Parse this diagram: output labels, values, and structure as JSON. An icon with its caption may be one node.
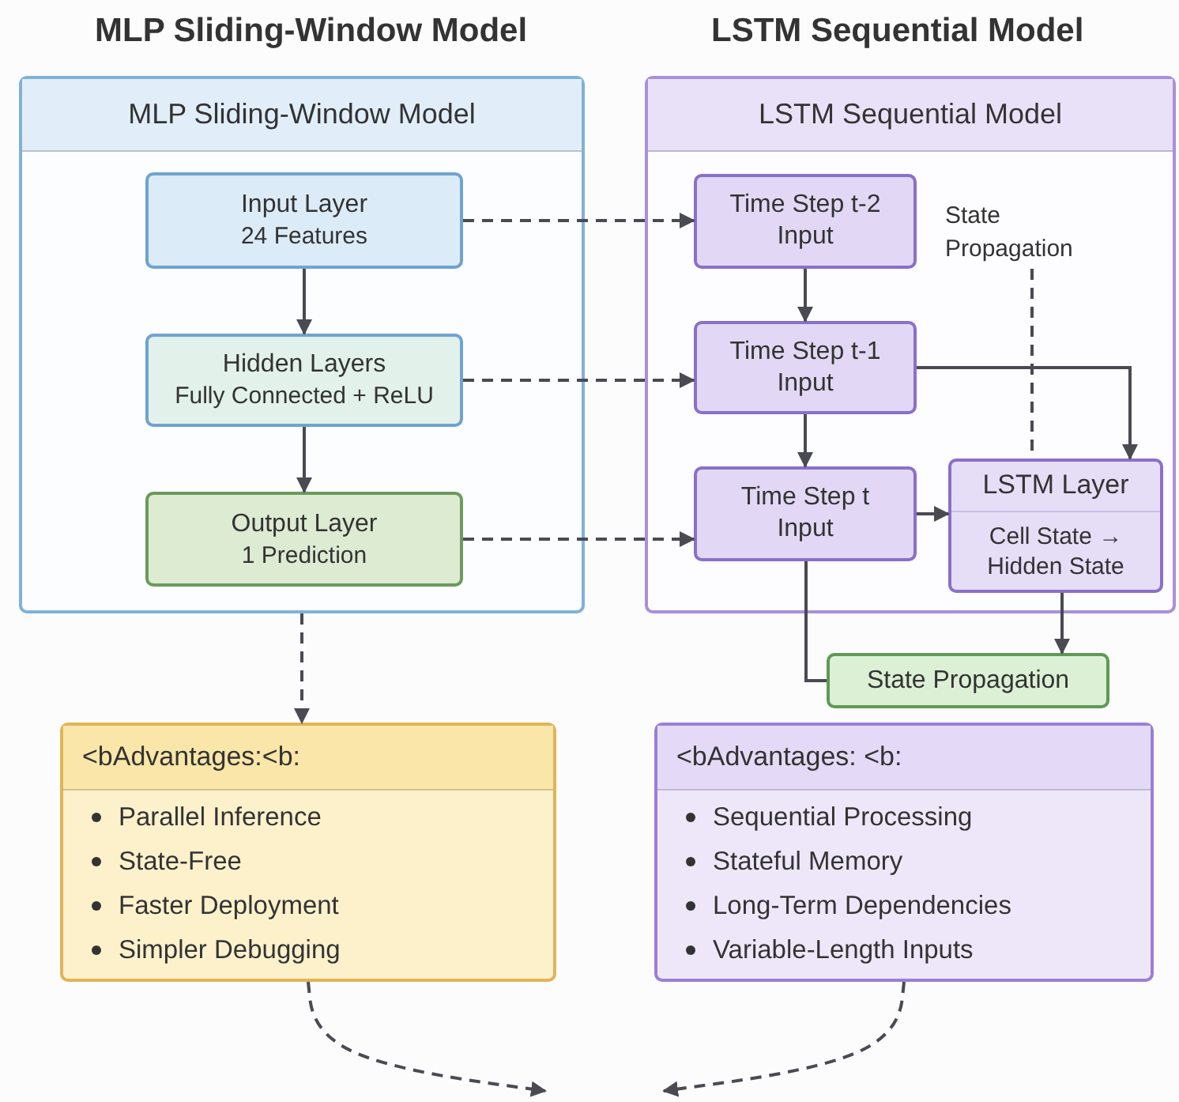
{
  "diagram": {
    "nodes": [
      {
        "text": [
          "MLP Sliding-Window Model"
        ]
      },
      {
        "text": [
          "Input Layer",
          "24 Features"
        ],
        "in": 0
      },
      {
        "text": [
          "Hidden Layers",
          "Fully Connected + ReLU"
        ],
        "in": 0
      },
      {
        "text": [
          "Output Layer",
          "1 Prediction"
        ],
        "in": 0
      },
      {
        "text": [
          "LSTM Sequential Model"
        ]
      },
      {
        "text": [
          "Time Step t-2 Input"
        ],
        "in": 4
      },
      {
        "text": [
          "Time Step t-1 Input"
        ],
        "in": 4
      },
      {
        "text": [
          "Time Step t Input"
        ],
        "in": 4
      },
      {
        "text": [
          "LSTM Layer",
          "Cell State → Hidden State"
        ],
        "in": 4
      },
      {
        "text": [
          "State Propagation"
        ]
      },
      {
        "text": [
          "<bAdvantages:<b:",
          "Parallel Inference",
          "State-Free",
          "Faster Deployment",
          "Simpler Debugging"
        ]
      },
      {
        "text": [
          "<bAdvantages: <b:",
          "Sequential Processing",
          "Stateful Memory",
          "Long-Term Dependencies",
          "Variable-Length Inputs"
        ]
      },
      {
        "text": [
          "State Propagation"
        ],
        "in": 4
      }
    ],
    "edges": [
      {
        "from": 1,
        "to": 5,
        "arrow": "to",
        "style": "dashed"
      },
      {
        "from": 2,
        "to": 6,
        "arrow": "to",
        "style": "dashed"
      },
      {
        "from": 3,
        "to": 7,
        "arrow": "to",
        "style": "dashed"
      },
      {
        "from": 1,
        "to": 2,
        "arrow": "to"
      },
      {
        "from": 2,
        "to": 3,
        "arrow": "to"
      },
      {
        "from": 0,
        "to": 10,
        "arrow": "to",
        "style": "dashed"
      },
      {
        "from": 5,
        "to": 6,
        "arrow": "to"
      },
      {
        "from": 6,
        "to": 7,
        "arrow": "to"
      },
      {
        "from": 6,
        "to": 8,
        "arrow": "to"
      },
      {
        "from": 7,
        "to": 8,
        "arrow": "to"
      },
      {
        "from": 7,
        "to": 9,
        "arrow": "none"
      },
      {
        "from": 8,
        "to": 9,
        "arrow": "to"
      },
      {
        "from": 10,
        "to": null,
        "arrow": "to",
        "style": "dashed"
      },
      {
        "from": 11,
        "to": null,
        "arrow": "to",
        "style": "dashed"
      },
      {
        "from": 12,
        "to": 8,
        "arrow": "none",
        "style": "dashed"
      }
    ],
    "labels": [
      "MLP Sliding-Window Model",
      "LSTM Sequential Model"
    ]
  }
}
